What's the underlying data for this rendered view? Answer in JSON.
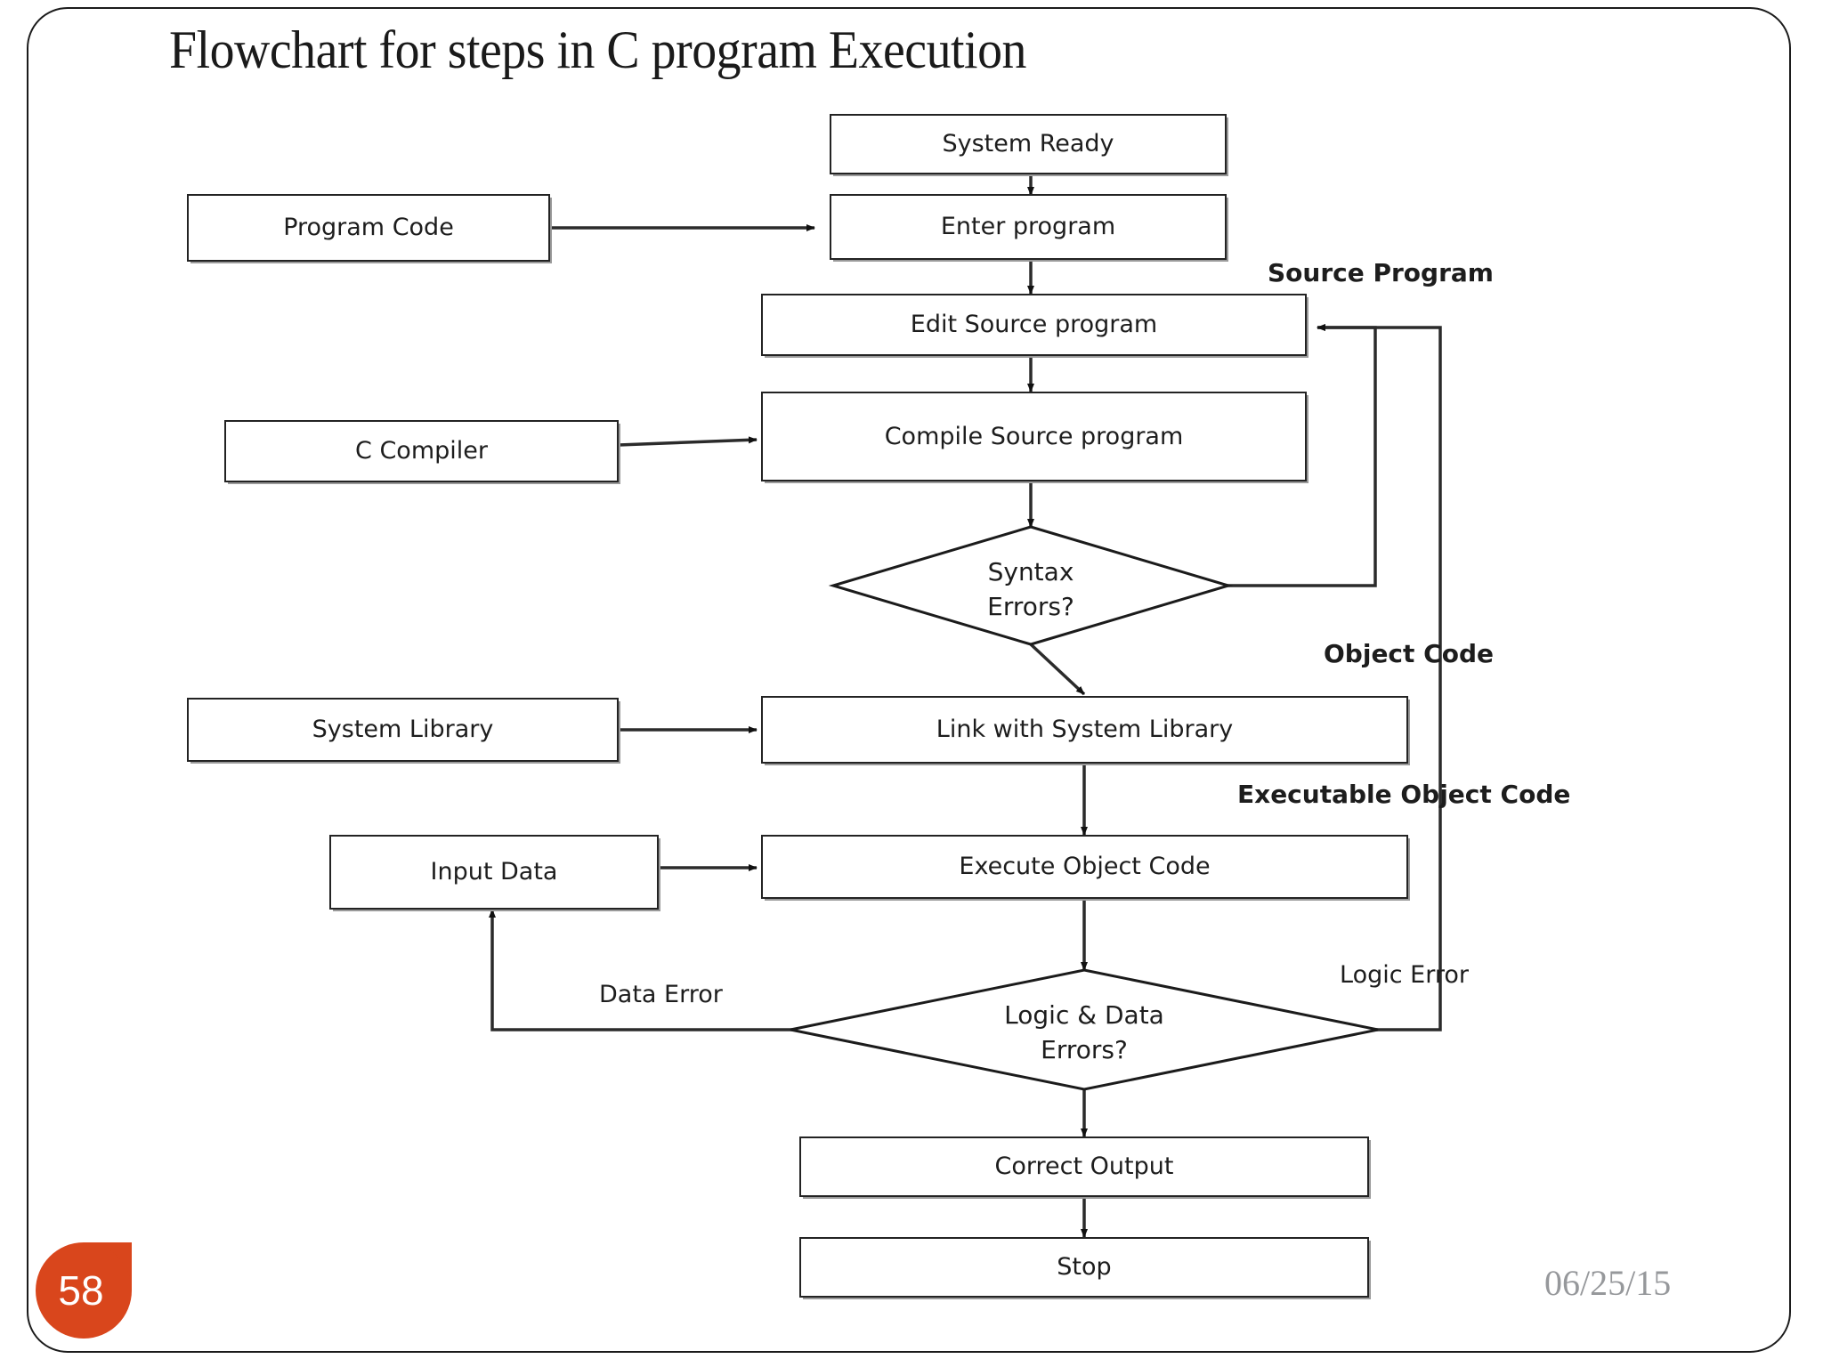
{
  "slide": {
    "title": "Flowchart for steps in C program Execution",
    "page_number": "58",
    "date": "06/25/15",
    "accent_color": "#d9461c"
  },
  "diagram": {
    "type": "flowchart",
    "nodes": [
      {
        "id": "system_ready",
        "label": "System Ready",
        "shape": "rect"
      },
      {
        "id": "program_code",
        "label": "Program Code",
        "shape": "rect"
      },
      {
        "id": "enter_program",
        "label": "Enter program",
        "shape": "rect"
      },
      {
        "id": "edit_source",
        "label": "Edit Source program",
        "shape": "rect"
      },
      {
        "id": "c_compiler",
        "label": "C Compiler",
        "shape": "rect"
      },
      {
        "id": "compile_source",
        "label": "Compile Source program",
        "shape": "rect"
      },
      {
        "id": "syntax_errors",
        "label_line1": "Syntax",
        "label_line2": "Errors?",
        "shape": "diamond"
      },
      {
        "id": "system_library",
        "label": "System Library",
        "shape": "rect"
      },
      {
        "id": "link_library",
        "label": "Link with System Library",
        "shape": "rect"
      },
      {
        "id": "input_data",
        "label": "Input Data",
        "shape": "rect"
      },
      {
        "id": "execute_object",
        "label": "Execute Object Code",
        "shape": "rect"
      },
      {
        "id": "logic_errors",
        "label_line1": "Logic & Data",
        "label_line2": "Errors?",
        "shape": "diamond"
      },
      {
        "id": "correct_output",
        "label": "Correct Output",
        "shape": "rect"
      },
      {
        "id": "stop",
        "label": "Stop",
        "shape": "rect"
      }
    ],
    "edge_labels": [
      {
        "id": "source_program",
        "text": "Source Program",
        "bold": true
      },
      {
        "id": "object_code",
        "text": "Object Code",
        "bold": true
      },
      {
        "id": "executable_object_code",
        "text": "Executable Object Code",
        "bold": true
      },
      {
        "id": "data_error",
        "text": "Data Error",
        "bold": false
      },
      {
        "id": "logic_error",
        "text": "Logic Error",
        "bold": false
      }
    ]
  }
}
